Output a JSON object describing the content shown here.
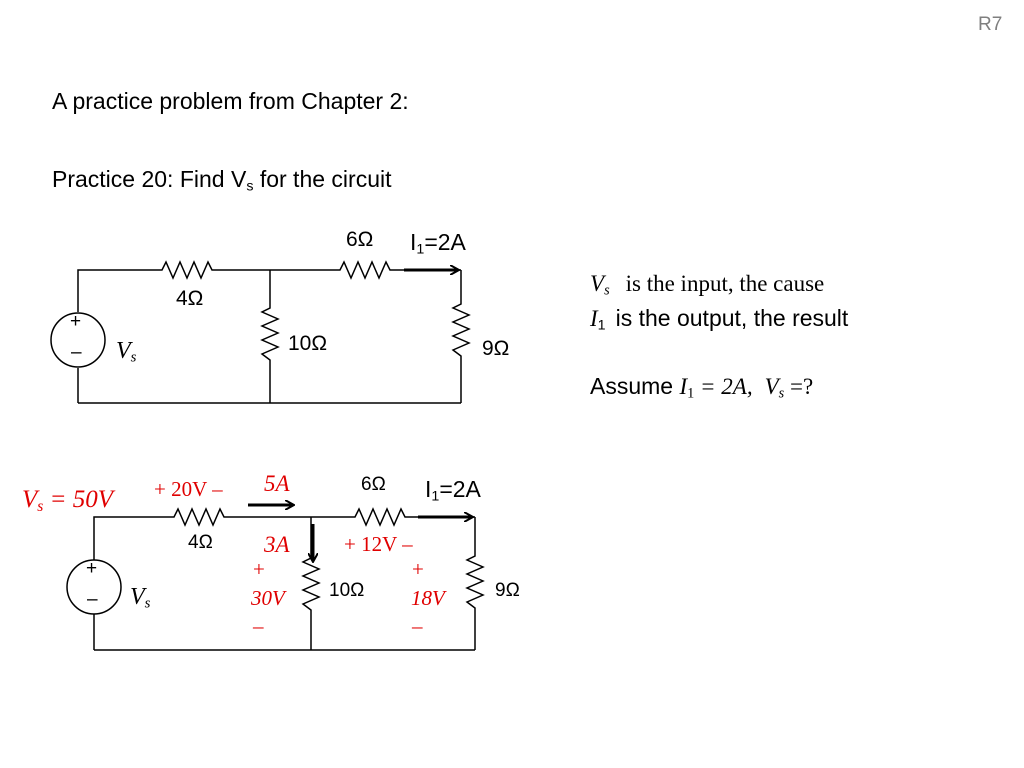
{
  "slide": {
    "number": "R7",
    "heading": "A practice problem from Chapter 2:",
    "problem_prefix": "Practice 20: Find V",
    "problem_sub": "s",
    "problem_suffix": " for the circuit"
  },
  "circuit1": {
    "r_left": "4Ω",
    "r_mid": "10Ω",
    "r_top": "6Ω",
    "r_right": "9Ω",
    "source_plus": "+",
    "source_minus": "–",
    "source_name": "V",
    "source_sub": "s",
    "current_name": "I",
    "current_sub": "1",
    "current_value": "=2A"
  },
  "notes": {
    "line1_var": "V",
    "line1_sub": "s",
    "line1_text": "is the input, the cause",
    "line2_var": "I",
    "line2_sub": "1",
    "line2_text": "is the output, the result",
    "assume_label": "Assume ",
    "assume_i": "I",
    "assume_i_sub": "1",
    "assume_i_rest": " = 2A,",
    "assume_v": "V",
    "assume_v_sub": "s",
    "assume_v_rest": " =?"
  },
  "circuit2": {
    "r_left": "4Ω",
    "r_mid": "10Ω",
    "r_top": "6Ω",
    "r_right": "9Ω",
    "source_plus": "+",
    "source_minus": "–",
    "source_name": "V",
    "source_sub": "s",
    "current_name": "I",
    "current_sub": "1",
    "current_value": "=2A",
    "vs_answer_var": "V",
    "vs_answer_sub": "s",
    "vs_answer_value": " = 50V",
    "v_4ohm": "+ 20V –",
    "i_4ohm": "5A",
    "i_10ohm": "3A",
    "v_6ohm": "+ 12V –",
    "v_10ohm_plus": "+",
    "v_10ohm_value": "30V",
    "v_10ohm_minus": "–",
    "v_9ohm_plus": "+",
    "v_9ohm_value": "18V",
    "v_9ohm_minus": "–"
  },
  "colors": {
    "annotation": "#e00000",
    "ink": "#000000"
  }
}
